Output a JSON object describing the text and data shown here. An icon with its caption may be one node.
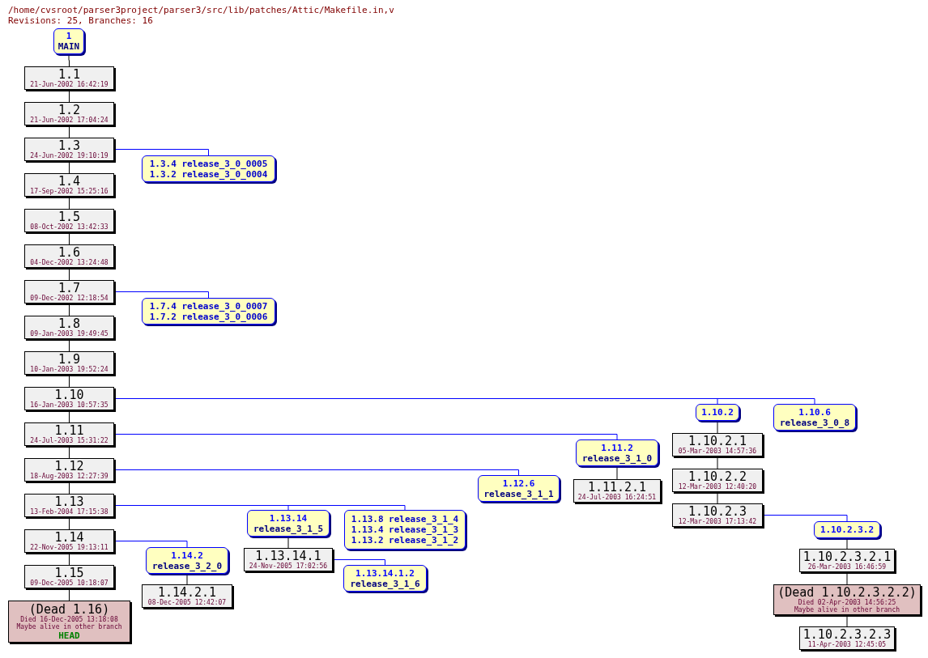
{
  "diagram": {
    "title": "/home/cvsroot/parser3project/parser3/src/lib/patches/Attic/Makefile.in,v",
    "nodes": [
      {
        "text": [
          "1",
          "MAIN"
        ]
      },
      {
        "text": [
          "1.1",
          "21-Jun-2002 16:42:19"
        ]
      },
      {
        "text": [
          "1.2",
          "21-Jun-2002 17:04:24"
        ]
      },
      {
        "text": [
          "1.3",
          "24-Jun-2002 19:10:19"
        ]
      },
      {
        "text": [
          "1.4",
          "17-Sep-2002 15:25:16"
        ]
      },
      {
        "text": [
          "1.5",
          "08-Oct-2002 13:42:33"
        ]
      },
      {
        "text": [
          "1.6",
          "04-Dec-2002 13:24:48"
        ]
      },
      {
        "text": [
          "1.7",
          "09-Dec-2002 12:18:54"
        ]
      },
      {
        "text": [
          "1.8",
          "09-Jan-2003 19:49:45"
        ]
      },
      {
        "text": [
          "1.9",
          "10-Jan-2003 19:52:24"
        ]
      },
      {
        "text": [
          "1.10",
          "16-Jan-2003 10:57:35"
        ]
      },
      {
        "text": [
          "1.11",
          "24-Jul-2003 15:31:22"
        ]
      },
      {
        "text": [
          "1.12",
          "18-Aug-2003 12:27:39"
        ]
      },
      {
        "text": [
          "1.13",
          "13-Feb-2004 17:15:38"
        ]
      },
      {
        "text": [
          "1.14",
          "22-Nov-2005 19:13:11"
        ]
      },
      {
        "text": [
          "1.15",
          "09-Dec-2005 10:18:07"
        ]
      },
      {
        "text": [
          "(Dead 1.16)",
          "Died 16-Dec-2005 13:18:08",
          "Maybe alive in other branch",
          "HEAD"
        ]
      },
      {
        "text": [
          "1.3.4 release_3_0_0005",
          "1.3.2 release_3_0_0004"
        ]
      },
      {
        "text": [
          "1.7.4 release_3_0_0007",
          "1.7.2 release_3_0_0006"
        ]
      },
      {
        "text": [
          "1.10.2"
        ]
      },
      {
        "text": [
          "1.10.6",
          "release_3_0_8"
        ]
      },
      {
        "text": [
          "1.10.2.1",
          "05-Mar-2003 14:57:36"
        ]
      },
      {
        "text": [
          "1.10.2.2",
          "12-Mar-2003 12:40:20"
        ]
      },
      {
        "text": [
          "1.10.2.3",
          "12-Mar-2003 17:13:42"
        ]
      },
      {
        "text": [
          "1.10.2.3.2"
        ]
      },
      {
        "text": [
          "1.10.2.3.2.1",
          "26-Mar-2003 16:46:59"
        ]
      },
      {
        "text": [
          "(Dead 1.10.2.3.2.2)",
          "Died 02-Apr-2003 14:56:25",
          "Maybe alive in other branch"
        ]
      },
      {
        "text": [
          "1.10.2.3.2.3",
          "11-Apr-2003 12:45:05"
        ]
      },
      {
        "text": [
          "1.11.2",
          "release_3_1_0"
        ]
      },
      {
        "text": [
          "1.11.2.1",
          "24-Jul-2003 16:24:51"
        ]
      },
      {
        "text": [
          "1.12.6",
          "release_3_1_1"
        ]
      },
      {
        "text": [
          "1.13.14",
          "release_3_1_5"
        ]
      },
      {
        "text": [
          "1.13.8 release_3_1_4",
          "1.13.4 release_3_1_3",
          "1.13.2 release_3_1_2"
        ]
      },
      {
        "text": [
          "1.13.14.1",
          "24-Nov-2005 17:02:56"
        ]
      },
      {
        "text": [
          "1.13.14.1.2",
          "release_3_1_6"
        ]
      },
      {
        "text": [
          "1.14.2",
          "release_3_2_0"
        ]
      },
      {
        "text": [
          "1.14.2.1",
          "08-Dec-2005 12:42:07"
        ]
      }
    ],
    "edges": [
      {
        "from": 0,
        "to": 1,
        "arrow": "none"
      },
      {
        "from": 1,
        "to": 2,
        "arrow": "none"
      },
      {
        "from": 2,
        "to": 3,
        "arrow": "none"
      },
      {
        "from": 3,
        "to": 4,
        "arrow": "none"
      },
      {
        "from": 4,
        "to": 5,
        "arrow": "none"
      },
      {
        "from": 5,
        "to": 6,
        "arrow": "none"
      },
      {
        "from": 6,
        "to": 7,
        "arrow": "none"
      },
      {
        "from": 7,
        "to": 8,
        "arrow": "none"
      },
      {
        "from": 8,
        "to": 9,
        "arrow": "none"
      },
      {
        "from": 9,
        "to": 10,
        "arrow": "none"
      },
      {
        "from": 10,
        "to": 11,
        "arrow": "none"
      },
      {
        "from": 11,
        "to": 12,
        "arrow": "none"
      },
      {
        "from": 12,
        "to": 13,
        "arrow": "none"
      },
      {
        "from": 13,
        "to": 14,
        "arrow": "none"
      },
      {
        "from": 14,
        "to": 15,
        "arrow": "none"
      },
      {
        "from": 15,
        "to": 16,
        "arrow": "none"
      },
      {
        "from": 3,
        "to": 17,
        "arrow": "none",
        "color": "#0000ff"
      },
      {
        "from": 7,
        "to": 18,
        "arrow": "none",
        "color": "#0000ff"
      },
      {
        "from": 10,
        "to": 19,
        "arrow": "none",
        "color": "#0000ff"
      },
      {
        "from": 10,
        "to": 20,
        "arrow": "none",
        "color": "#0000ff"
      },
      {
        "from": 19,
        "to": 21,
        "arrow": "none"
      },
      {
        "from": 21,
        "to": 22,
        "arrow": "none"
      },
      {
        "from": 22,
        "to": 23,
        "arrow": "none"
      },
      {
        "from": 23,
        "to": 24,
        "arrow": "none",
        "color": "#0000ff"
      },
      {
        "from": 24,
        "to": 25,
        "arrow": "none"
      },
      {
        "from": 25,
        "to": 26,
        "arrow": "none"
      },
      {
        "from": 26,
        "to": 27,
        "arrow": "none"
      },
      {
        "from": 11,
        "to": 28,
        "arrow": "none",
        "color": "#0000ff"
      },
      {
        "from": 28,
        "to": 29,
        "arrow": "none"
      },
      {
        "from": 12,
        "to": 30,
        "arrow": "none",
        "color": "#0000ff"
      },
      {
        "from": 13,
        "to": 31,
        "arrow": "none",
        "color": "#0000ff"
      },
      {
        "from": 13,
        "to": 32,
        "arrow": "none",
        "color": "#0000ff"
      },
      {
        "from": 31,
        "to": 33,
        "arrow": "none"
      },
      {
        "from": 33,
        "to": 34,
        "arrow": "none",
        "color": "#0000ff"
      },
      {
        "from": 14,
        "to": 35,
        "arrow": "none",
        "color": "#0000ff"
      },
      {
        "from": 35,
        "to": 36,
        "arrow": "none"
      }
    ],
    "labels": [
      "Revisions: 25, Branches: 16"
    ]
  }
}
